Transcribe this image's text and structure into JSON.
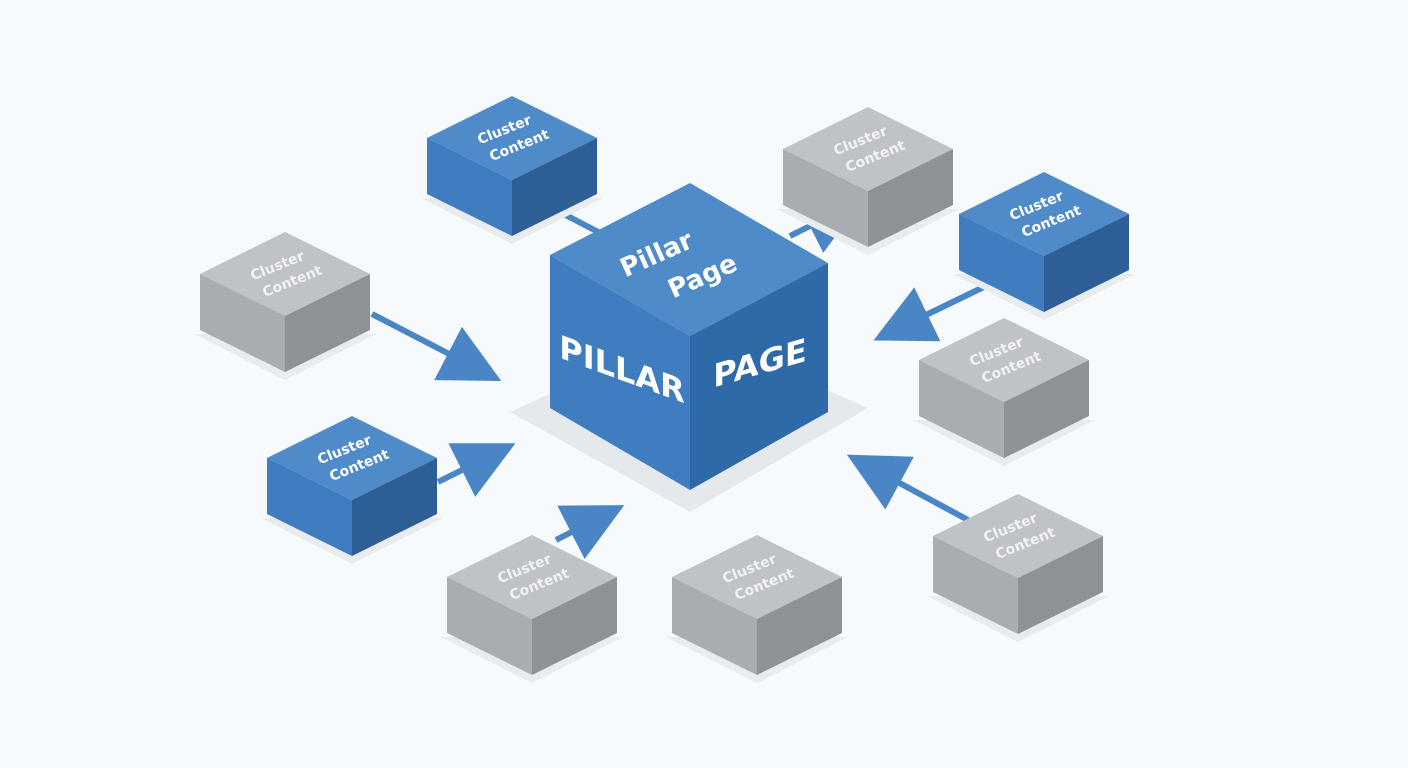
{
  "pillar": {
    "top_line1": "Pillar",
    "top_line2": "Page",
    "left_face": "PILLAR",
    "right_face": "PAGE"
  },
  "clusters": [
    {
      "line1": "Cluster",
      "line2": "Content",
      "color": "blue"
    },
    {
      "line1": "Cluster",
      "line2": "Content",
      "color": "gray"
    },
    {
      "line1": "Cluster",
      "line2": "Content",
      "color": "blue"
    },
    {
      "line1": "Cluster",
      "line2": "Content",
      "color": "gray"
    },
    {
      "line1": "Cluster",
      "line2": "Content",
      "color": "gray"
    },
    {
      "line1": "Cluster",
      "line2": "Content",
      "color": "blue"
    },
    {
      "line1": "Cluster",
      "line2": "Content",
      "color": "gray"
    },
    {
      "line1": "Cluster",
      "line2": "Content",
      "color": "gray"
    },
    {
      "line1": "Cluster",
      "line2": "Content",
      "color": "gray"
    }
  ],
  "colors": {
    "blue_top": "#4f8ac9",
    "blue_left": "#3f7dc0",
    "blue_right": "#2d5f96",
    "gray_top": "#bfc2c6",
    "gray_left": "#a9acb0",
    "gray_right": "#8e9196",
    "arrow": "#4a86c5",
    "background": "#f6fafc"
  }
}
